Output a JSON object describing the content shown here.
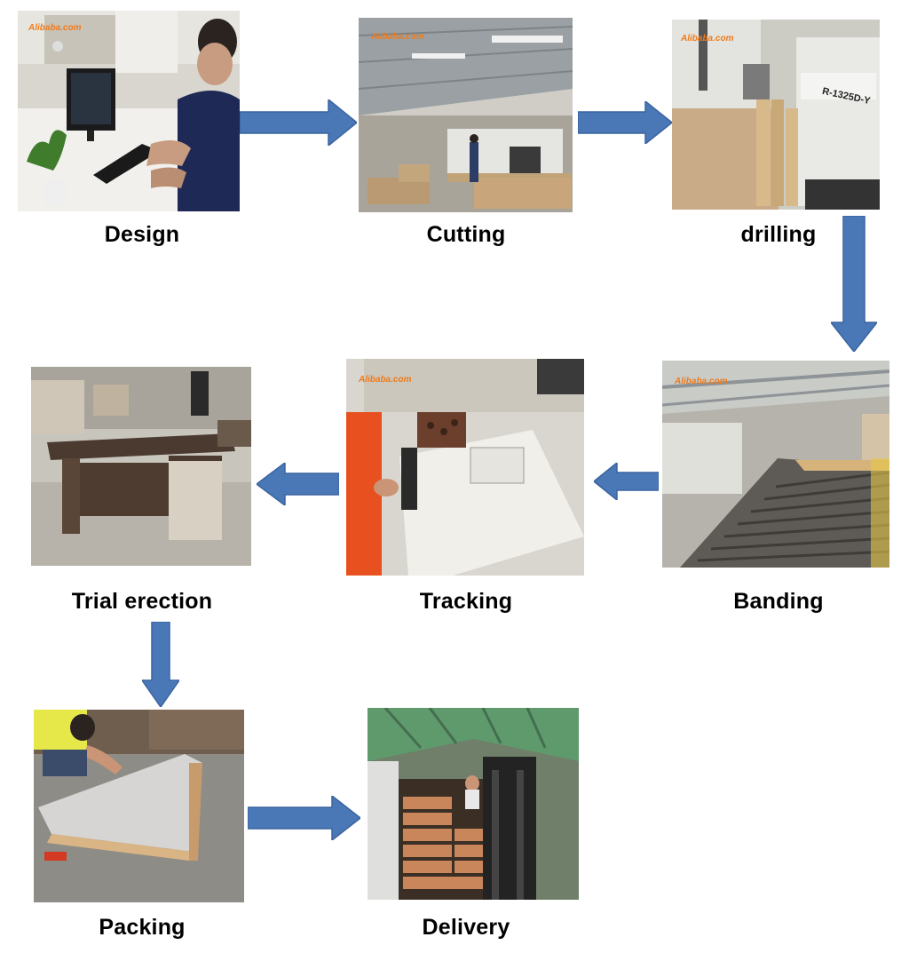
{
  "steps": [
    {
      "id": "design",
      "label": "Design",
      "photo": "office-designer-at-computer"
    },
    {
      "id": "cutting",
      "label": "Cutting",
      "photo": "factory-panel-saw"
    },
    {
      "id": "drilling",
      "label": "drilling",
      "photo": "cnc-drilling-machine"
    },
    {
      "id": "banding",
      "label": "Banding",
      "photo": "edge-banding-line"
    },
    {
      "id": "tracking",
      "label": "Tracking",
      "photo": "labeling-panels"
    },
    {
      "id": "trial_erection",
      "label": "Trial erection",
      "photo": "assembled-office-desk"
    },
    {
      "id": "packing",
      "label": "Packing",
      "photo": "worker-wrapping-panel"
    },
    {
      "id": "delivery",
      "label": "Delivery",
      "photo": "truck-loading-forklift"
    }
  ],
  "watermark": "Alibaba.com",
  "machine_text": "R-1325D-Y",
  "colors": {
    "arrow": "#4a78b6",
    "arrow_edge": "#3a63a0",
    "label": "#000000",
    "watermark": "#f07a1a"
  },
  "arrows": [
    {
      "from": "design",
      "to": "cutting",
      "direction": "right"
    },
    {
      "from": "cutting",
      "to": "drilling",
      "direction": "right"
    },
    {
      "from": "drilling",
      "to": "banding",
      "direction": "down"
    },
    {
      "from": "banding",
      "to": "tracking",
      "direction": "left"
    },
    {
      "from": "tracking",
      "to": "trial_erection",
      "direction": "left"
    },
    {
      "from": "trial_erection",
      "to": "packing",
      "direction": "down"
    },
    {
      "from": "packing",
      "to": "delivery",
      "direction": "right"
    }
  ]
}
